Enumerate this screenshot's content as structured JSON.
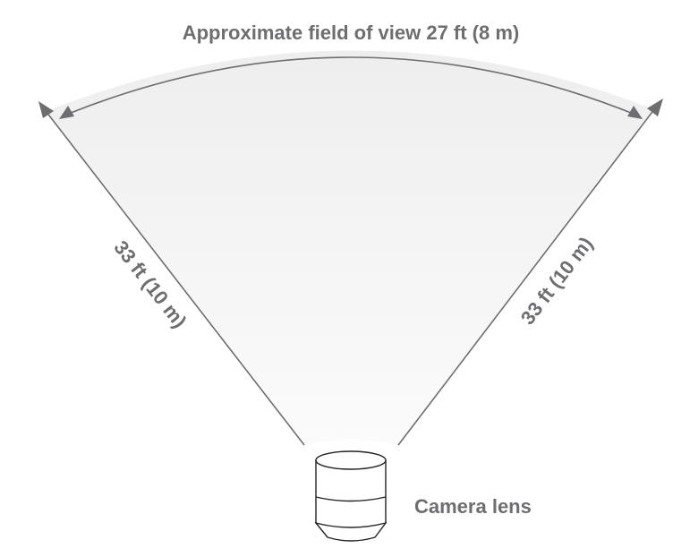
{
  "title": "Approximate field of view 27 ft (8 m)",
  "left_distance": "33 ft (10 m)",
  "right_distance": "33 ft (10 m)",
  "lens_label": "Camera lens",
  "colors": {
    "text": "#6d6e71",
    "line": "#6d6e71",
    "fill": "#efefef"
  }
}
